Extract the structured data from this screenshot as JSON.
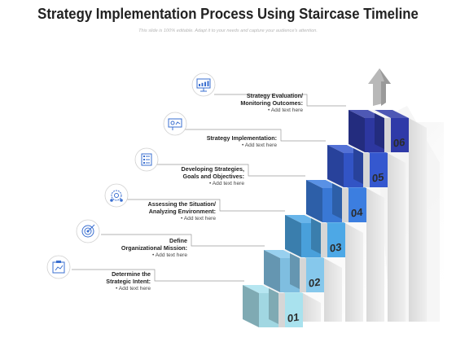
{
  "title": "Strategy Implementation Process Using Staircase Timeline",
  "subtitle": "This slide is 100% editable. Adapt it to your needs and capture your audience's attention.",
  "steps": [
    {
      "num": "01",
      "head1": "Determine the",
      "head2": "Strategic Intent:",
      "sub": "Add text here",
      "icon": "clipboard-chart-icon",
      "color": "#a9e2ee"
    },
    {
      "num": "02",
      "head1": "Define",
      "head2": "Organizational Mission:",
      "sub": "Add text here",
      "icon": "target-icon",
      "color": "#86c8ec"
    },
    {
      "num": "03",
      "head1": "Assessing the Situation/",
      "head2": "Analyzing Environment:",
      "sub": "Add text here",
      "icon": "gear-people-icon",
      "color": "#4da8e6"
    },
    {
      "num": "04",
      "head1": "Developing Strategies,",
      "head2": "Goals and Objectives:",
      "sub": "Add text here",
      "icon": "checklist-icon",
      "color": "#3c7ee0"
    },
    {
      "num": "05",
      "head1": "Strategy Implementation:",
      "head2": "",
      "sub": "Add text here",
      "icon": "presentation-board-icon",
      "color": "#3558cf"
    },
    {
      "num": "06",
      "head1": "Strategy Evaluation/",
      "head2": "Monitoring Outcomes:",
      "sub": "Add text here",
      "icon": "monitor-chart-icon",
      "color": "#2f3aa8"
    }
  ]
}
